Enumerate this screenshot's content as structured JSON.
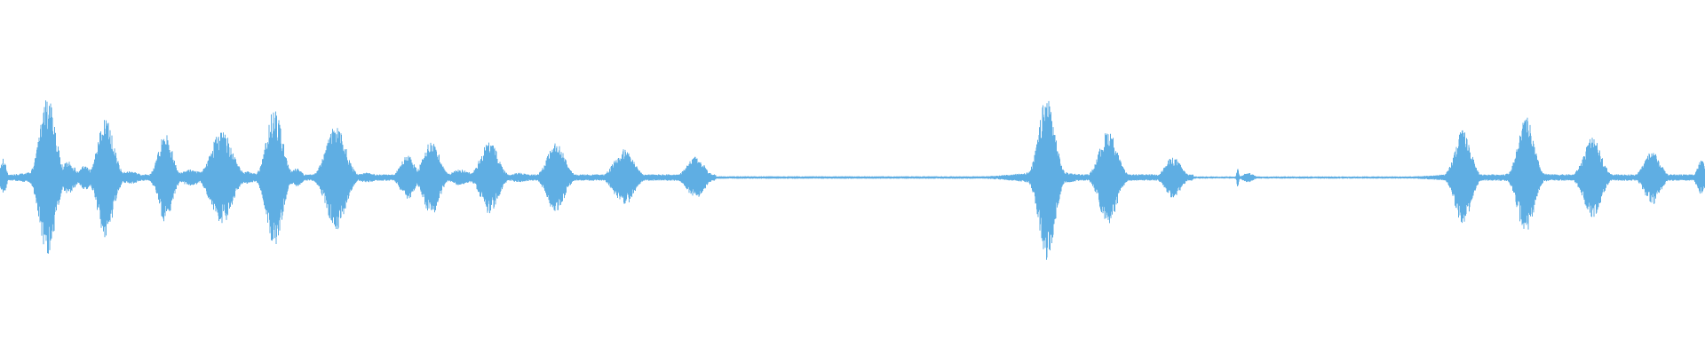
{
  "waveform": {
    "color": "#5FAEE3",
    "background": "#ffffff",
    "bursts": [
      {
        "center": 0.002,
        "amp": 0.12,
        "width": 0.0015
      },
      {
        "center": 0.028,
        "amp": 0.5,
        "width": 0.0045
      },
      {
        "center": 0.04,
        "amp": 0.1,
        "width": 0.004
      },
      {
        "center": 0.05,
        "amp": 0.08,
        "width": 0.003
      },
      {
        "center": 0.062,
        "amp": 0.38,
        "width": 0.0045
      },
      {
        "center": 0.076,
        "amp": 0.04,
        "width": 0.006
      },
      {
        "center": 0.097,
        "amp": 0.28,
        "width": 0.004
      },
      {
        "center": 0.112,
        "amp": 0.05,
        "width": 0.006
      },
      {
        "center": 0.13,
        "amp": 0.3,
        "width": 0.006
      },
      {
        "center": 0.145,
        "amp": 0.04,
        "width": 0.004
      },
      {
        "center": 0.161,
        "amp": 0.43,
        "width": 0.0045
      },
      {
        "center": 0.174,
        "amp": 0.06,
        "width": 0.003
      },
      {
        "center": 0.197,
        "amp": 0.33,
        "width": 0.0055
      },
      {
        "center": 0.215,
        "amp": 0.03,
        "width": 0.006
      },
      {
        "center": 0.239,
        "amp": 0.14,
        "width": 0.004
      },
      {
        "center": 0.253,
        "amp": 0.24,
        "width": 0.0045
      },
      {
        "center": 0.27,
        "amp": 0.05,
        "width": 0.006
      },
      {
        "center": 0.287,
        "amp": 0.23,
        "width": 0.005
      },
      {
        "center": 0.305,
        "amp": 0.03,
        "width": 0.006
      },
      {
        "center": 0.326,
        "amp": 0.22,
        "width": 0.005
      },
      {
        "center": 0.35,
        "amp": 0.02,
        "width": 0.003
      },
      {
        "center": 0.366,
        "amp": 0.18,
        "width": 0.0055
      },
      {
        "center": 0.38,
        "amp": 0.015,
        "width": 0.006
      },
      {
        "center": 0.408,
        "amp": 0.13,
        "width": 0.005
      },
      {
        "center": 0.614,
        "amp": 0.52,
        "width": 0.0045
      },
      {
        "center": 0.627,
        "amp": 0.03,
        "width": 0.004
      },
      {
        "center": 0.65,
        "amp": 0.3,
        "width": 0.005
      },
      {
        "center": 0.665,
        "amp": 0.015,
        "width": 0.006
      },
      {
        "center": 0.688,
        "amp": 0.13,
        "width": 0.0045
      },
      {
        "center": 0.726,
        "amp": 0.06,
        "width": 0.0006
      },
      {
        "center": 0.732,
        "amp": 0.03,
        "width": 0.003
      },
      {
        "center": 0.858,
        "amp": 0.3,
        "width": 0.0045
      },
      {
        "center": 0.872,
        "amp": 0.015,
        "width": 0.004
      },
      {
        "center": 0.895,
        "amp": 0.38,
        "width": 0.0045
      },
      {
        "center": 0.908,
        "amp": 0.02,
        "width": 0.004
      },
      {
        "center": 0.934,
        "amp": 0.25,
        "width": 0.005
      },
      {
        "center": 0.95,
        "amp": 0.015,
        "width": 0.005
      },
      {
        "center": 0.969,
        "amp": 0.17,
        "width": 0.0045
      },
      {
        "center": 0.998,
        "amp": 0.11,
        "width": 0.0025
      }
    ],
    "baseline_amp": 0.02,
    "quiet_ranges": [
      {
        "start": 0.42,
        "end": 0.6,
        "amp": 0.008
      },
      {
        "start": 0.7,
        "end": 0.85,
        "amp": 0.007
      }
    ]
  }
}
